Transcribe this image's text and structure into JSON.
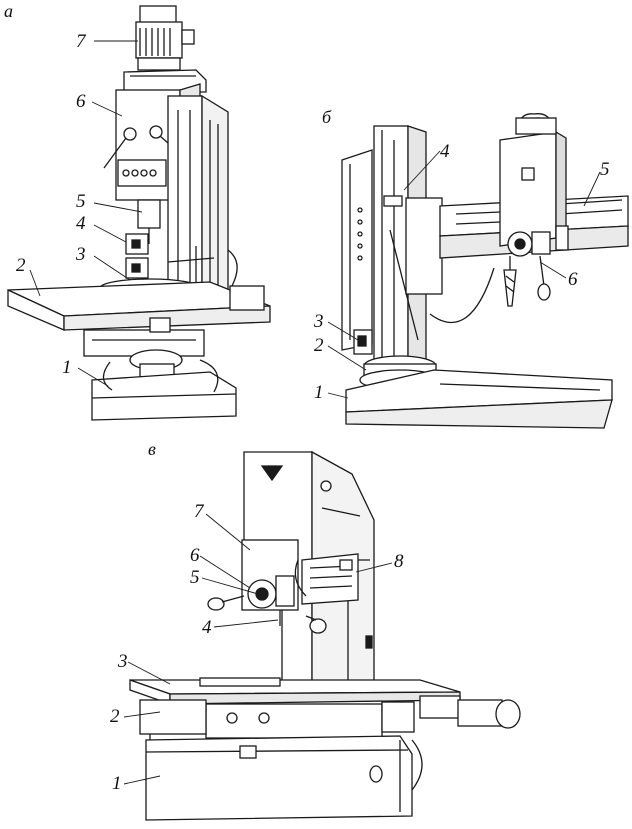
{
  "panels": {
    "a": {
      "label": "а",
      "callouts": [
        "7",
        "6",
        "5",
        "4",
        "3",
        "2",
        "1"
      ]
    },
    "b": {
      "label": "б",
      "callouts": [
        "4",
        "5",
        "6",
        "3",
        "2",
        "1"
      ]
    },
    "v": {
      "label": "в",
      "callouts": [
        "7",
        "8",
        "6",
        "5",
        "4",
        "3",
        "2",
        "1"
      ]
    }
  },
  "colors": {
    "ink": "#1a1a1a",
    "paper": "#ffffff",
    "shade": "#9a9a9a"
  }
}
